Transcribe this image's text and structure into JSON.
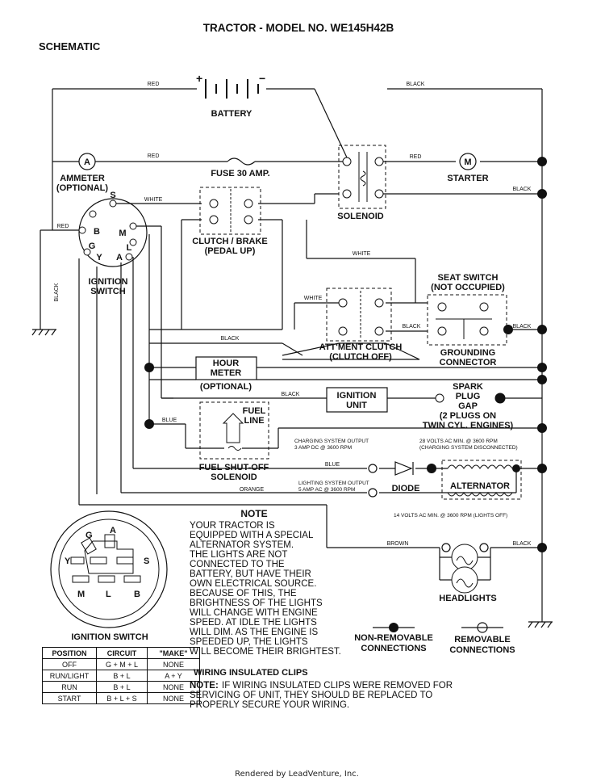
{
  "title": "TRACTOR - MODEL NO. WE145H42B",
  "section": "SCHEMATIC",
  "components": {
    "battery": "BATTERY",
    "battery_plus": "+",
    "battery_minus": "−",
    "ammeter": "AMMETER",
    "ammeter_optional": "(OPTIONAL)",
    "ammeter_symbol": "A",
    "fuse": "FUSE 30 AMP.",
    "starter": "STARTER",
    "starter_symbol": "M",
    "solenoid": "SOLENOID",
    "clutch_brake_1": "CLUTCH / BRAKE",
    "clutch_brake_2": "(PEDAL UP)",
    "ignition_switch_1": "IGNITION",
    "ignition_switch_2": "SWITCH",
    "seat_switch_1": "SEAT SWITCH",
    "seat_switch_2": "(NOT OCCUPIED)",
    "attment_clutch_1": "ATT'MENT CLUTCH",
    "attment_clutch_2": "(CLUTCH OFF)",
    "grounding_1": "GROUNDING",
    "grounding_2": "CONNECTOR",
    "hour_meter_1": "HOUR",
    "hour_meter_2": "METER",
    "hour_meter_3": "(OPTIONAL)",
    "ignition_unit_1": "IGNITION",
    "ignition_unit_2": "UNIT",
    "spark_1": "SPARK",
    "spark_2": "PLUG",
    "spark_3": "GAP",
    "spark_4": "(2 PLUGS ON",
    "spark_5": "TWIN CYL. ENGINES)",
    "fuel_line_1": "FUEL",
    "fuel_line_2": "LINE",
    "fuel_shutoff_1": "FUEL SHUT-OFF",
    "fuel_shutoff_2": "SOLENOID",
    "diode": "DIODE",
    "alternator": "ALTERNATOR",
    "headlights": "HEADLIGHTS",
    "non_removable_1": "NON-REMOVABLE",
    "non_removable_2": "CONNECTIONS",
    "removable_1": "REMOVABLE",
    "removable_2": "CONNECTIONS"
  },
  "terminals": {
    "B": "B",
    "S": "S",
    "M": "M",
    "G": "G",
    "L": "L",
    "Y": "Y",
    "A": "A"
  },
  "wires": {
    "red_1": "RED",
    "black_1": "BLACK",
    "red_2": "RED",
    "red_3": "RED",
    "black_2": "BLACK",
    "white_1": "WHITE",
    "red_4": "RED",
    "black_3": "BLACK",
    "white_2": "WHITE",
    "white_3": "WHITE",
    "black_4": "BLACK",
    "black_5": "BLACK",
    "black_6": "BLACK",
    "black_7": "BLACK",
    "blue_1": "BLUE",
    "blue_2": "BLUE",
    "orange": "ORANGE",
    "brown": "BROWN",
    "black_8": "BLACK"
  },
  "specs": {
    "charging_1": "CHARGING SYSTEM OUTPUT",
    "charging_2": "3 AMP DC @ 3600 RPM",
    "vac28_1": "28 VOLTS AC MIN. @ 3600 RPM",
    "vac28_2": "(CHARGING SYSTEM DISCONNECTED)",
    "lighting_1": "LIGHTING SYSTEM OUTPUT",
    "lighting_2": "5 AMP AC @ 3600 RPM",
    "vac14": "14 VOLTS AC MIN. @ 3600 RPM (LIGHTS OFF)"
  },
  "switch_diagram": {
    "title": "IGNITION SWITCH",
    "letters": {
      "G": "G",
      "A": "A",
      "Y": "Y",
      "S": "S",
      "M": "M",
      "L": "L",
      "B": "B"
    }
  },
  "ignition_table": {
    "headers": [
      "POSITION",
      "CIRCUIT",
      "\"MAKE\""
    ],
    "rows": [
      [
        "OFF",
        "G + M + L",
        "NONE"
      ],
      [
        "RUN/LIGHT",
        "B + L",
        "A + Y"
      ],
      [
        "RUN",
        "B + L",
        "NONE"
      ],
      [
        "START",
        "B + L + S",
        "NONE"
      ]
    ]
  },
  "note": {
    "title": "NOTE",
    "lines": [
      "YOUR TRACTOR IS",
      "EQUIPPED WITH A SPECIAL",
      "ALTERNATOR SYSTEM.",
      "THE LIGHTS ARE NOT",
      "CONNECTED TO THE",
      "BATTERY, BUT HAVE THEIR",
      "OWN ELECTRICAL SOURCE.",
      "BECAUSE OF THIS, THE",
      "BRIGHTNESS OF THE LIGHTS",
      "WILL CHANGE WITH ENGINE",
      "SPEED.  AT IDLE THE LIGHTS",
      "WILL DIM.  AS THE ENGINE IS",
      "SPEEDED UP, THE LIGHTS",
      "WILL BECOME THEIR BRIGHTEST."
    ]
  },
  "wiring_clips": {
    "title": "WIRING INSULATED CLIPS",
    "prefix": "NOTE:",
    "lines": [
      "IF WIRING INSULATED CLIPS WERE REMOVED FOR",
      "SERVICING OF UNIT, THEY SHOULD BE REPLACED TO",
      "PROPERLY SECURE YOUR WIRING."
    ]
  },
  "footer": "Rendered by LeadVenture, Inc."
}
